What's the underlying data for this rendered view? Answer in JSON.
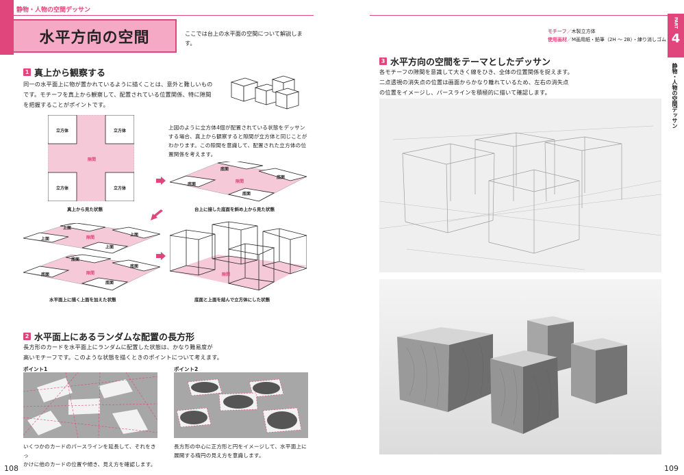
{
  "header": {
    "section": "静物・人物の空間デッサン"
  },
  "title": {
    "main": "水平方向の空間",
    "intro": "ここでは台上の水平面の空間について解説します。"
  },
  "meta": {
    "motif_label": "モチーフ",
    "motif_value": "木製立方体",
    "materials_label": "使用画材",
    "materials_value": "M画用紙・鉛筆（2H 〜 2B）・練り消しゴム"
  },
  "side_tab": {
    "part_label": "PART",
    "part_number": "4",
    "text": "静物・人物の空間デッサン"
  },
  "section1": {
    "number": "1",
    "title": "真上から観察する",
    "body": "同一の水平面上に物が置かれているように描くことは、意外と難しいもの\nです。モチーフを真上から観察して、配置されている位置関係、特に隙間\nを把握することがポイントです。",
    "desc": "上図のように立方体4個が配置されている状態をデッサン\nする場合、真上から観察すると隙間が立方体と同じことが\nわかります。この隙間を意識して、配置された立方体の位\n置関係を考えます。",
    "grid_label_cube": "立方体",
    "grid_label_gap": "隙間",
    "face_bottom": "底面",
    "face_top": "上面",
    "cap1": "真上から見た状態",
    "cap2": "台上に接した底面を斜め上から見た状態",
    "cap3": "水平面上に描く上面を加えた状態",
    "cap4": "底面と上面を結んで立方体にした状態"
  },
  "section2": {
    "number": "2",
    "title": "水平面上にあるランダムな配置の長方形",
    "body": "長方形のカードを水平面上にランダムに配置した状態は、かなり難易度が\n高いモチーフです。このような状態を描くときのポイントについて考えます。",
    "point1_label": "ポイント1",
    "point2_label": "ポイント2",
    "point1_text": "いくつかのカードのパースラインを延長して、それをきっ\nかけに他のカードの位置や傾き、見え方を確認します。",
    "point2_text": "長方形の中心に正方形と円をイメージして、水平面上に\n展開する楕円の見え方を意識します。"
  },
  "section3": {
    "number": "3",
    "title": "水平方向の空間をテーマとしたデッサン",
    "body": "各モチーフの隙間を意識して大きく線をひき、全体の位置関係を捉えます。\n二点透視の消失点の位置は画面からかなり離れているため、左右の消失点\nの位置をイメージし、パースラインを積極的に描いて確認します。"
  },
  "pages": {
    "left": "108",
    "right": "109"
  },
  "colors": {
    "accent": "#e0457b",
    "accent_light": "#f6c9d8",
    "title_box": "#f5a9c4"
  }
}
